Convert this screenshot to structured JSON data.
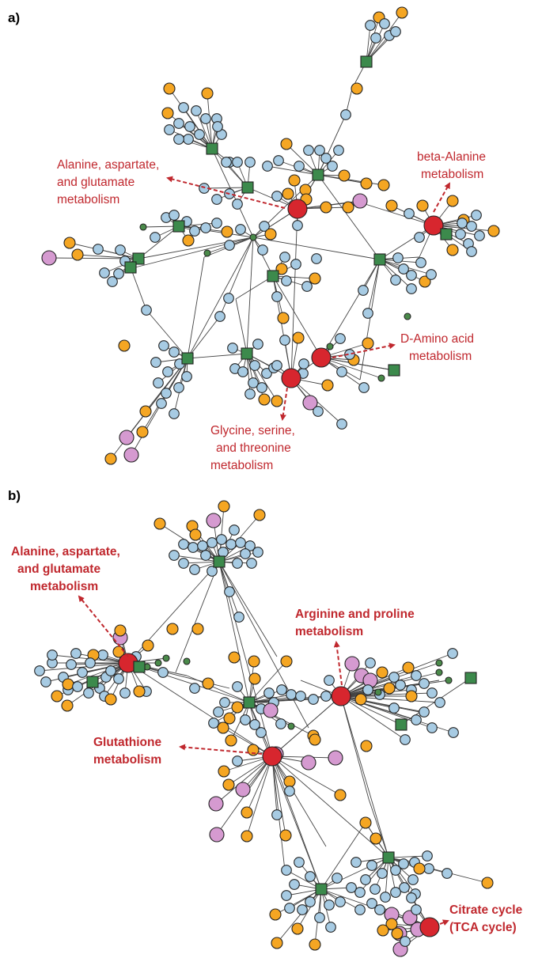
{
  "colors": {
    "pathway": "#d7262e",
    "gene": "#a7cbe3",
    "metabolite": "#f5a623",
    "disease": "#d59ad0",
    "square": "#3c8a4c",
    "small": "#4a8a4a",
    "annotation": "#c0282e"
  },
  "panels": [
    {
      "label": "a)",
      "annotations": [
        {
          "lines": [
            "Alanine, aspartate,",
            "and glutamate",
            "metabolism"
          ]
        },
        {
          "lines": [
            "beta-Alanine",
            "metabolism"
          ]
        },
        {
          "lines": [
            "D-Amino acid",
            "metabolism"
          ]
        },
        {
          "lines": [
            "Glycine, serine,",
            "and threonine",
            "metabolism"
          ]
        }
      ]
    },
    {
      "label": "b)",
      "annotations": [
        {
          "lines": [
            "Alanine, aspartate,",
            "and glutamate",
            "metabolism"
          ]
        },
        {
          "lines": [
            "Arginine and proline",
            "metabolism"
          ]
        },
        {
          "lines": [
            "Glutathione",
            "metabolism"
          ]
        },
        {
          "lines": [
            "Citrate cycle",
            "(TCA cycle)"
          ]
        }
      ]
    }
  ]
}
